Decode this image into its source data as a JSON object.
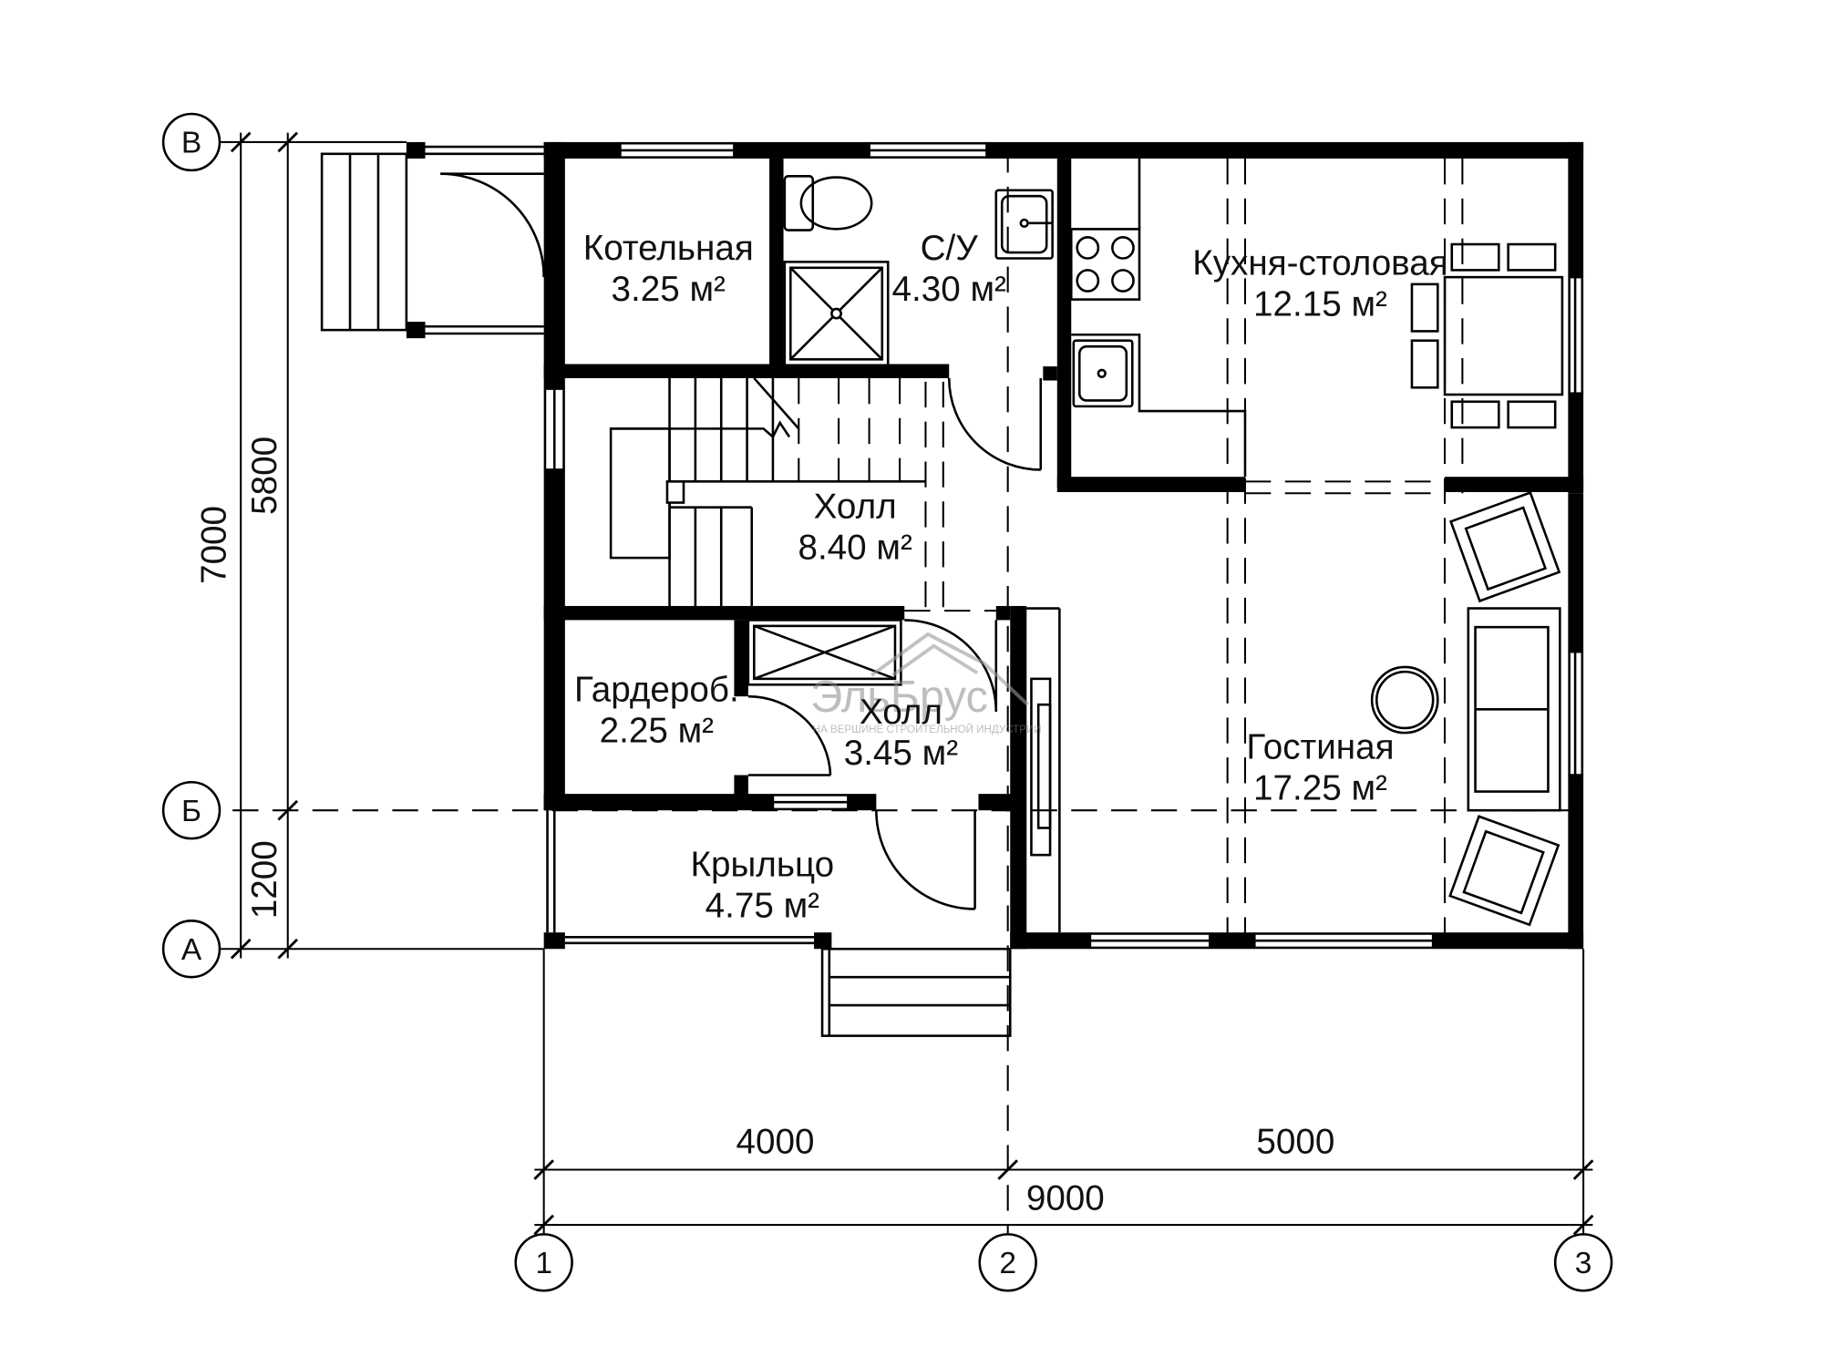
{
  "rooms": {
    "boiler": {
      "name": "Котельная",
      "area": "3.25 м²"
    },
    "bathroom": {
      "name": "С/У",
      "area": "4.30 м²"
    },
    "kitchen": {
      "name": "Кухня-столовая",
      "area": "12.15 м²"
    },
    "hall_main": {
      "name": "Холл",
      "area": "8.40 м²"
    },
    "wardrobe": {
      "name": "Гардероб.",
      "area": "2.25 м²"
    },
    "hall_small": {
      "name": "Холл",
      "area": "3.45 м²"
    },
    "living": {
      "name": "Гостиная",
      "area": "17.25 м²"
    },
    "porch": {
      "name": "Крыльцо",
      "area": "4.75 м²"
    }
  },
  "dimensions": {
    "bottom_left": "4000",
    "bottom_right": "5000",
    "bottom_total": "9000",
    "left_upper": "5800",
    "left_lower": "1200",
    "left_total": "7000"
  },
  "axes": {
    "rows": [
      "В",
      "Б",
      "А"
    ],
    "columns": [
      "1",
      "2",
      "3"
    ]
  },
  "watermark": {
    "brand": "ЭльБрус",
    "tagline": "НА ВЕРШИНЕ СТРОИТЕЛЬНОЙ ИНДУСТРИИ"
  }
}
